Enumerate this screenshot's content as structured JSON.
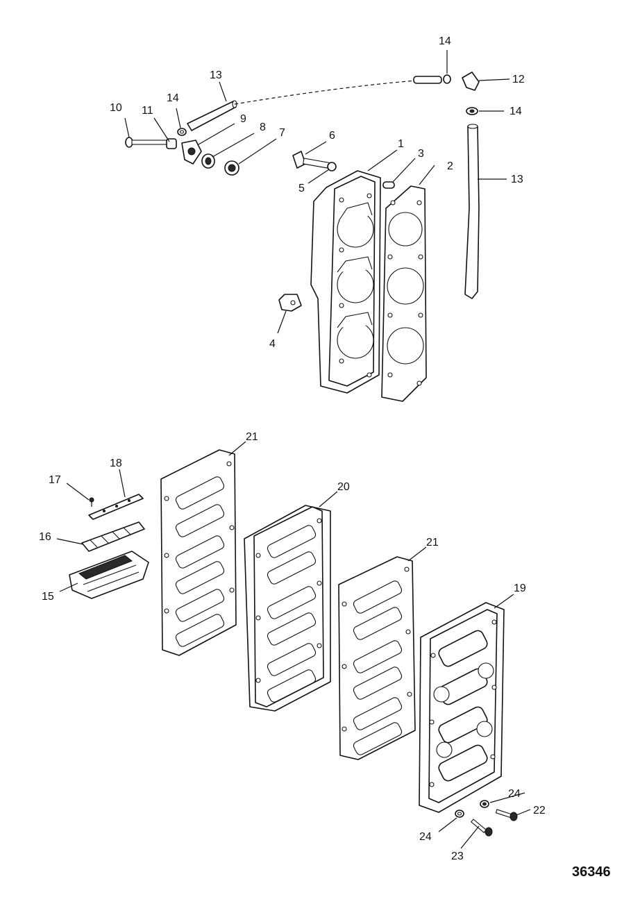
{
  "figure_id": "36346",
  "callouts": [
    "1",
    "2",
    "3",
    "4",
    "5",
    "6",
    "7",
    "8",
    "9",
    "10",
    "11",
    "12",
    "13",
    "13",
    "14",
    "14",
    "14",
    "15",
    "16",
    "17",
    "18",
    "19",
    "20",
    "21",
    "21",
    "22",
    "23",
    "24",
    "24"
  ]
}
